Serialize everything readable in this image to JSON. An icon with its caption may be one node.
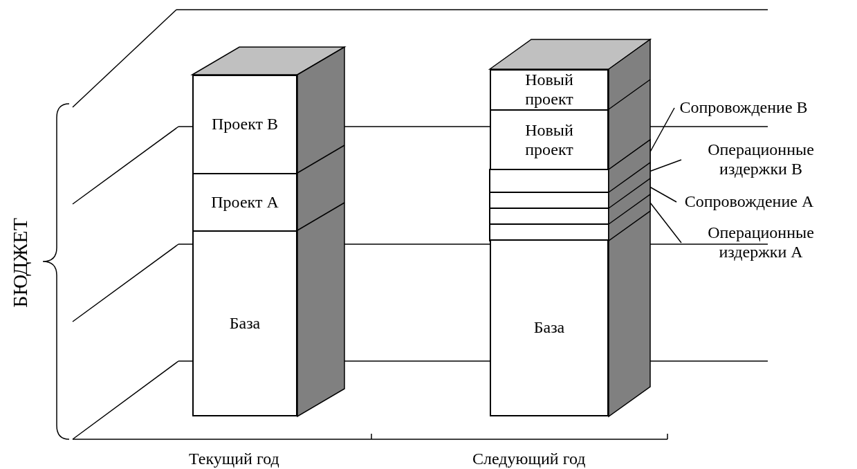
{
  "diagram": {
    "nodes": [
      {
        "text": [
          "Проект B"
        ]
      },
      {
        "text": [
          "Проект A"
        ]
      },
      {
        "text": [
          "База"
        ]
      },
      {
        "text": [
          "Новый проект"
        ]
      },
      {
        "text": [
          "Новый проект"
        ]
      },
      {
        "text": [],
        "shape": "box"
      },
      {
        "text": [],
        "shape": "box"
      },
      {
        "text": [],
        "shape": "box"
      },
      {
        "text": [],
        "shape": "box"
      },
      {
        "text": [
          "База"
        ]
      },
      {
        "text": [
          "Сопровождение B"
        ]
      },
      {
        "text": [
          "Операционные издержки B"
        ]
      },
      {
        "text": [
          "Сопровождение A"
        ]
      },
      {
        "text": [
          "Операционные издержки A"
        ]
      }
    ],
    "edges": [
      {
        "from": 10,
        "to": 5,
        "arrow": "none"
      },
      {
        "from": 11,
        "to": 6,
        "arrow": "none"
      },
      {
        "from": 12,
        "to": 7,
        "arrow": "none"
      },
      {
        "from": 13,
        "to": 8,
        "arrow": "none"
      }
    ],
    "labels": [
      "БЮДЖЕТ",
      "Текущий год",
      "Следующий год"
    ]
  }
}
